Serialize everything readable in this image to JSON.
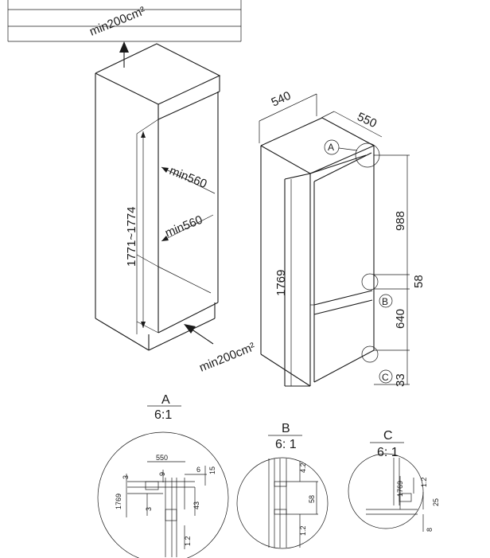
{
  "cabinet": {
    "vent_top": "min200cm²",
    "vent_bottom": "min200cm²",
    "height_range": "1771~1774",
    "depth_upper": "min560",
    "depth_lower": "min560"
  },
  "appliance": {
    "depth": "540",
    "width": "550",
    "height": "1769",
    "upper_height": "988",
    "gap": "58",
    "lower_height": "640",
    "base": "33",
    "callout_a": "A",
    "callout_b": "B",
    "callout_c": "C"
  },
  "detail_a": {
    "letter": "A",
    "scale": "6:1",
    "dims": [
      "550",
      "3",
      "9",
      "6",
      "15",
      "1769",
      "3",
      "43",
      "1.2"
    ]
  },
  "detail_b": {
    "letter": "B",
    "scale": "6: 1",
    "dims": [
      "4.2",
      "58",
      "1.2"
    ]
  },
  "detail_c": {
    "letter": "C",
    "scale": "6: 1",
    "dims": [
      "1769",
      "1.2",
      "25",
      "8"
    ]
  }
}
